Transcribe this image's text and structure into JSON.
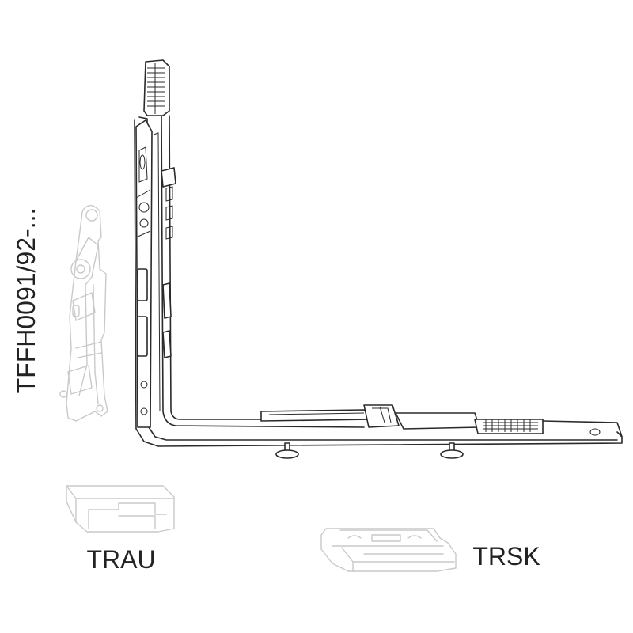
{
  "labels": {
    "vertical_code": "TFFH0091/92-...",
    "trau": "TRAU",
    "trsk": "TRSK"
  },
  "colors": {
    "main_stroke": "#2a2a2a",
    "ghost_stroke": "#c9c9c9",
    "text": "#222222",
    "background": "#ffffff"
  }
}
